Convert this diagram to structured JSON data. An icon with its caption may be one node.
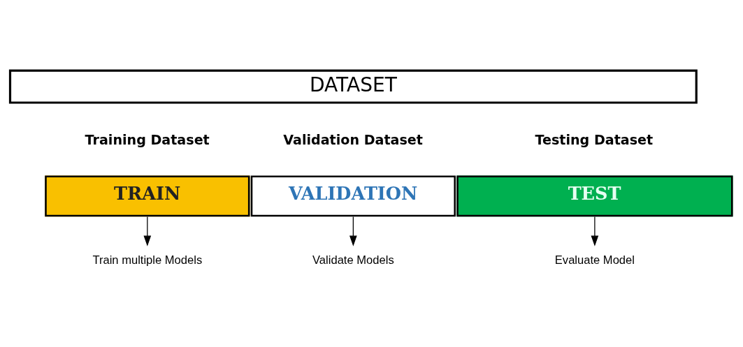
{
  "diagram": {
    "nodes": [
      {
        "text": [
          "DATASET"
        ]
      },
      {
        "text": [
          "Training Dataset",
          "TRAIN"
        ]
      },
      {
        "text": [
          "Validation Dataset",
          "VALIDATION"
        ]
      },
      {
        "text": [
          "Testing Dataset",
          "TEST"
        ]
      },
      {
        "text": [
          "Train multiple Models"
        ]
      },
      {
        "text": [
          "Validate Models"
        ]
      },
      {
        "text": [
          "Evaluate Model"
        ]
      }
    ],
    "edges": [
      {
        "from": 1,
        "to": 4,
        "arrow": "to"
      },
      {
        "from": 2,
        "to": 5,
        "arrow": "to"
      },
      {
        "from": 3,
        "to": 6,
        "arrow": "to"
      }
    ]
  }
}
